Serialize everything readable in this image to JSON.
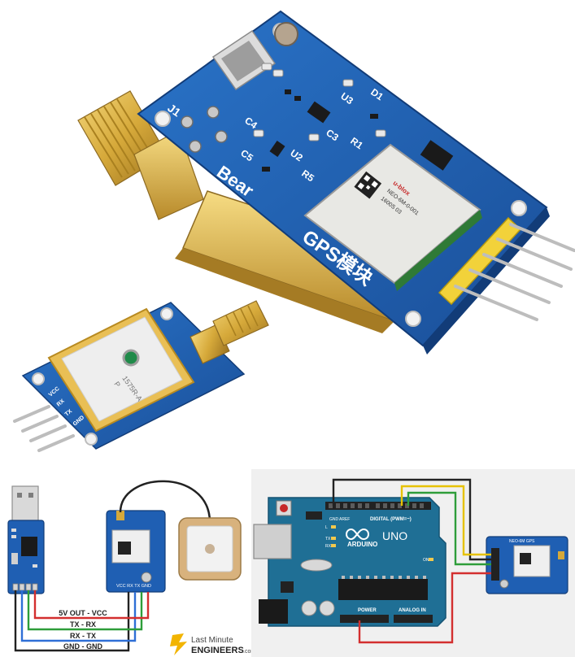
{
  "gps_board_top": {
    "silk_j1": "J1",
    "silk_c4": "C4",
    "silk_c5": "C5",
    "silk_u2": "U2",
    "silk_r5": "R5",
    "silk_u3": "U3",
    "silk_d1": "D1",
    "silk_r1": "R1",
    "silk_c3": "C3",
    "silk_brand": "Bear",
    "silk_title": "GPS模块",
    "module_brand": "u-blox",
    "module_model": "NEO-6M-0-001",
    "module_code": "1600S 03"
  },
  "gps_board_bottom": {
    "antenna_text_1": "1575R-A",
    "antenna_text_2": "P",
    "pin_vcc": "VCC",
    "pin_rx": "RX",
    "pin_tx": "TX",
    "pin_gnd": "GND"
  },
  "wiring_left": {
    "w1": "5V OUT - VCC",
    "w2": "TX - RX",
    "w3": "RX - TX",
    "w4": "GND - GND",
    "module_pins": "VCC RX TX GND",
    "brand_line1": "Last Minute",
    "brand_line2": "ENGINEERS",
    "brand_tail": ".com"
  },
  "arduino": {
    "logo_text": "ARDUINO",
    "uno": "UNO",
    "digital": "DIGITAL (PWM=~)",
    "power": "POWER",
    "analog": "ANALOG IN",
    "tx": "TX",
    "rx": "RX",
    "l": "L",
    "gnd": "GND",
    "aref": "AREF",
    "on": "ON",
    "gps_label": "NEO-6M GPS"
  },
  "colors": {
    "pcb_blue": "#1c5fb0",
    "arduino_teal": "#1f6f95",
    "gold": "#d6a93a",
    "wire_red": "#d32f2f",
    "wire_green": "#2e9d3a",
    "wire_blue": "#2f6fd6",
    "wire_black": "#222222",
    "wire_yellow": "#e6c200"
  }
}
